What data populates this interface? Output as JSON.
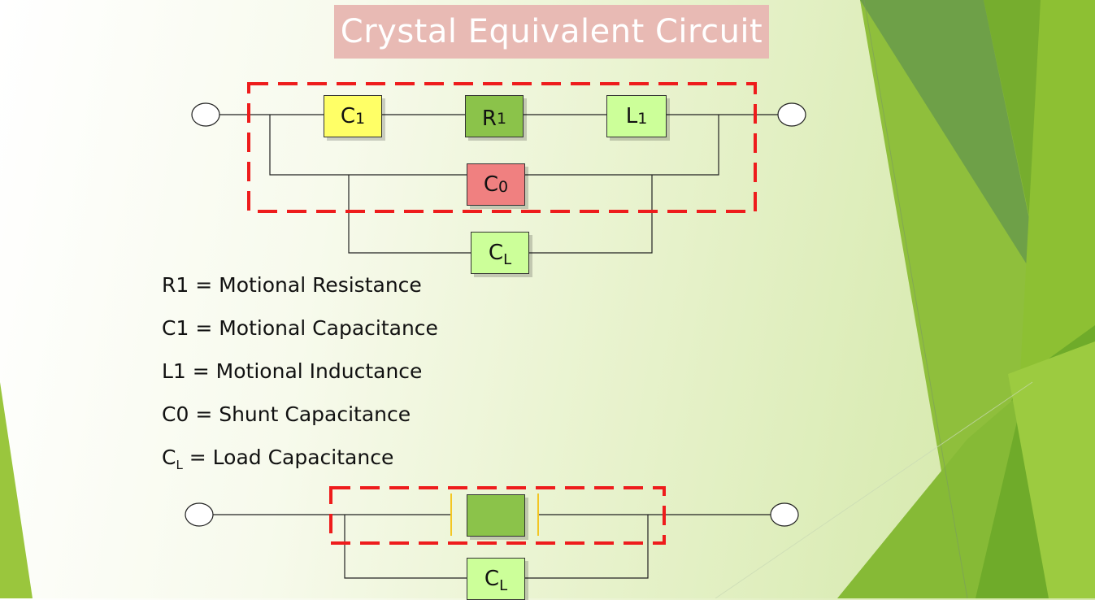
{
  "title": "Crystal Equivalent Circuit",
  "components": {
    "c1": {
      "base": "C",
      "sub": "1",
      "color": "#ffff66"
    },
    "r1": {
      "base": "R",
      "sub": "1",
      "color": "#8bc34a"
    },
    "l1": {
      "base": "L",
      "sub": "1",
      "color": "#ccff99"
    },
    "c0": {
      "base": "C",
      "sub": "0",
      "color": "#f08080"
    },
    "cl": {
      "base": "C",
      "sub": "L",
      "color": "#ccff99"
    },
    "crystal": {
      "color": "#8bc34a"
    },
    "cl2": {
      "base": "C",
      "sub": "L",
      "color": "#ccff99"
    }
  },
  "legend": [
    {
      "term": "R1",
      "sub": "",
      "text": " = Motional Resistance"
    },
    {
      "term": "C1",
      "sub": "",
      "text": " = Motional Capacitance"
    },
    {
      "term": "L1",
      "sub": "",
      "text": " = Motional Inductance"
    },
    {
      "term": "C0",
      "sub": "",
      "text": " = Shunt Capacitance"
    },
    {
      "term": "C",
      "sub": "L",
      "text": " = Load Capacitance"
    }
  ],
  "colors": {
    "dashed_box": "#ee1c1c",
    "crystal_plates": "#f3c623",
    "wire": "#222222",
    "title_bg": "#e8bab4"
  }
}
